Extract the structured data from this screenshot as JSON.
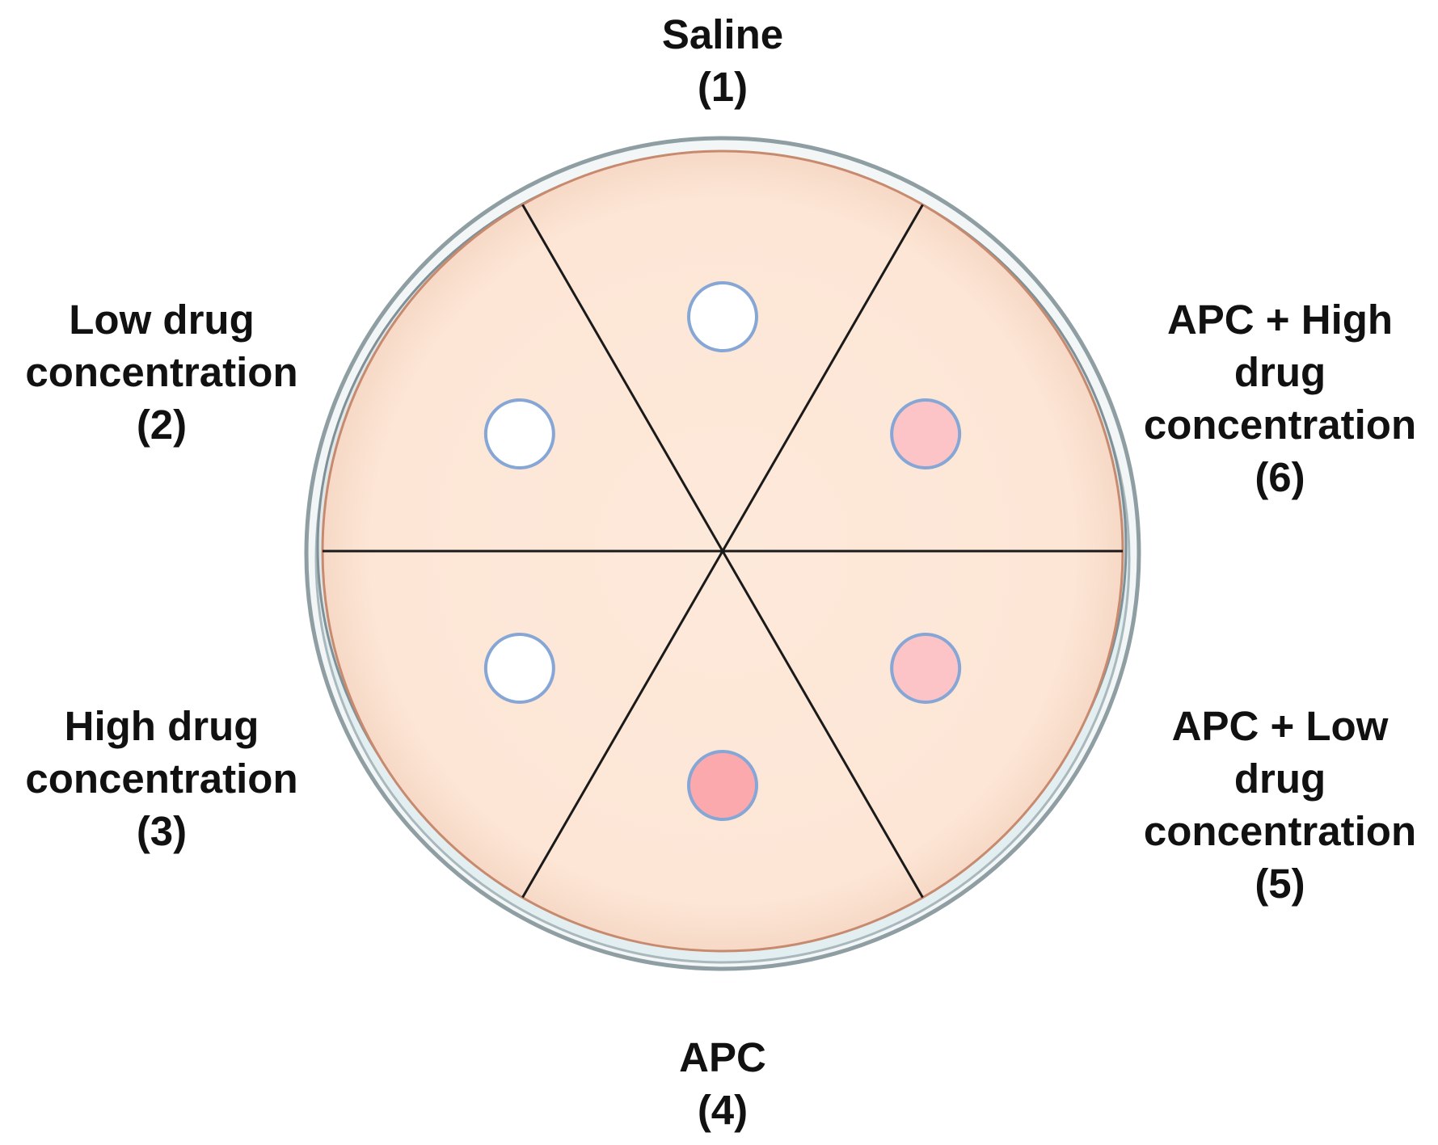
{
  "diagram": {
    "sections": [
      {
        "id": 1,
        "lines": [
          "Saline",
          "(1)"
        ],
        "well_color": "#ffffff",
        "position": "top"
      },
      {
        "id": 2,
        "lines": [
          "Low drug",
          "concentration",
          "(2)"
        ],
        "well_color": "#ffffff",
        "position": "upper-left"
      },
      {
        "id": 3,
        "lines": [
          "High drug",
          "concentration",
          "(3)"
        ],
        "well_color": "#ffffff",
        "position": "lower-left"
      },
      {
        "id": 4,
        "lines": [
          "APC",
          "(4)"
        ],
        "well_color": "#fca9ad",
        "position": "bottom"
      },
      {
        "id": 5,
        "lines": [
          "APC + Low",
          "drug",
          "concentration",
          "(5)"
        ],
        "well_color": "#fcc4c6",
        "position": "lower-right"
      },
      {
        "id": 6,
        "lines": [
          "APC + High",
          "drug",
          "concentration",
          "(6)"
        ],
        "well_color": "#fcc4c6",
        "position": "upper-right"
      }
    ],
    "colors": {
      "agar": "#fde6d6",
      "agar_edge": "#c78a6e",
      "dish_rim": "#9aa9ad",
      "dish_glass": "#e6eff1",
      "divider": "#1a1a1a",
      "well_outline": "#86a6d6"
    }
  }
}
